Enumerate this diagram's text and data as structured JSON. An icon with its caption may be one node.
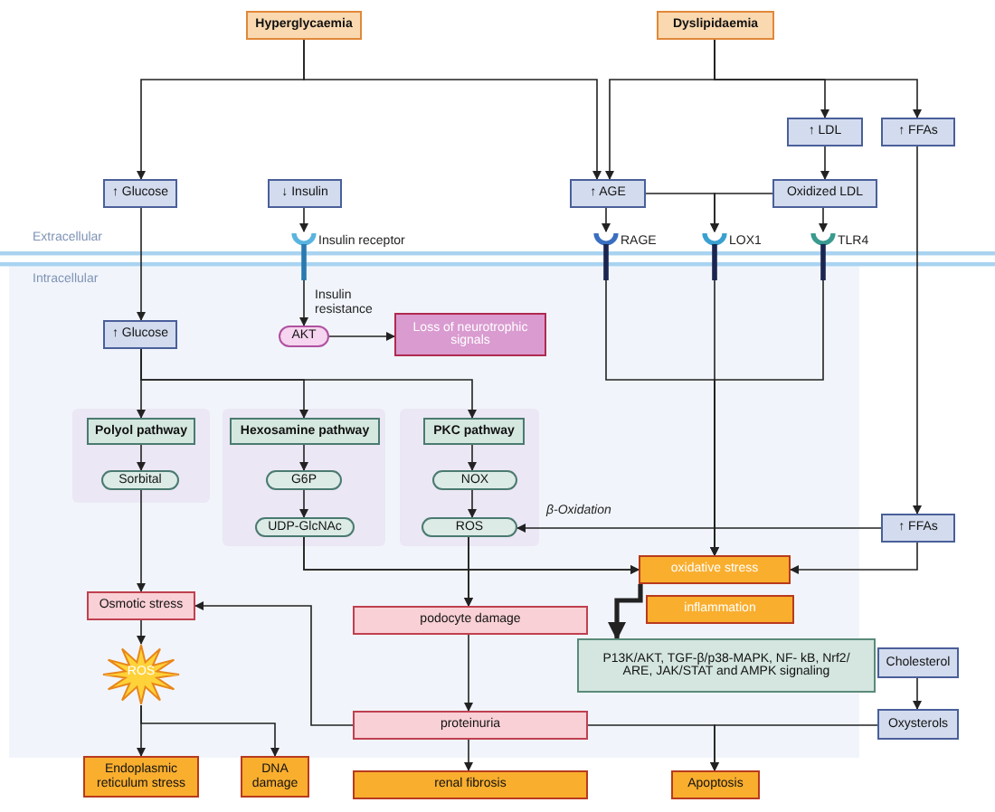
{
  "diagram": {
    "nodes": [
      {
        "text": [
          "Hyperglycaemia"
        ]
      },
      {
        "text": [
          "Dyslipidaemia"
        ]
      },
      {
        "text": [
          "↑ Glucose"
        ]
      },
      {
        "text": [
          "↓ Insulin"
        ]
      },
      {
        "text": [
          "↑ AGE"
        ]
      },
      {
        "text": [
          "↑ LDL"
        ]
      },
      {
        "text": [
          "↑ FFAs"
        ]
      },
      {
        "text": [
          "Oxidized LDL"
        ]
      },
      {
        "text": [
          "Insulin receptor"
        ]
      },
      {
        "text": [
          "RAGE"
        ]
      },
      {
        "text": [
          "LOX1"
        ]
      },
      {
        "text": [
          "TLR4"
        ]
      },
      {
        "text": [
          "↑ Glucose"
        ]
      },
      {
        "text": [
          "AKT"
        ]
      },
      {
        "text": [
          "Loss of neurotrophic signals"
        ]
      },
      {
        "text": [],
        "shape": "box"
      },
      {
        "text": [
          "Polyol pathway"
        ],
        "in": 15
      },
      {
        "text": [
          "Sorbital"
        ],
        "in": 15
      },
      {
        "text": [],
        "shape": "box"
      },
      {
        "text": [
          "Hexosamine pathway"
        ],
        "in": 18
      },
      {
        "text": [
          "G6P"
        ],
        "in": 18
      },
      {
        "text": [
          "UDP-GlcNAc"
        ],
        "in": 18
      },
      {
        "text": [],
        "shape": "box"
      },
      {
        "text": [
          "PKC pathway"
        ],
        "in": 22
      },
      {
        "text": [
          "NOX"
        ],
        "in": 22
      },
      {
        "text": [
          "ROS"
        ],
        "in": 22
      },
      {
        "text": [
          "Osmotic stress"
        ]
      },
      {
        "text": [
          "ROS"
        ]
      },
      {
        "text": [
          "Endoplasmic reticulum stress"
        ]
      },
      {
        "text": [
          "DNA damage"
        ]
      },
      {
        "text": [
          "podocyte damage"
        ]
      },
      {
        "text": [
          "proteinuria"
        ]
      },
      {
        "text": [
          "renal fibrosis"
        ]
      },
      {
        "text": [
          "oxidative stress"
        ]
      },
      {
        "text": [
          "inflammation"
        ]
      },
      {
        "text": [
          "↑ FFAs"
        ]
      },
      {
        "text": [
          "P13K/AKT, TGF-β/p38-MAPK, NF- kB, Nrf2/ ARE, JAK/STAT and AMPK signaling"
        ]
      },
      {
        "text": [
          "Cholesterol"
        ]
      },
      {
        "text": [
          "Oxysterols"
        ]
      },
      {
        "text": [
          "Apoptosis"
        ]
      }
    ],
    "edges": [
      {
        "from": 0,
        "to": 2,
        "arrow": "to"
      },
      {
        "from": 0,
        "to": 4,
        "arrow": "to"
      },
      {
        "from": 1,
        "to": 4,
        "arrow": "to"
      },
      {
        "from": 1,
        "to": 5,
        "arrow": "to"
      },
      {
        "from": 1,
        "to": 6,
        "arrow": "to"
      },
      {
        "from": 3,
        "to": 8,
        "arrow": "to"
      },
      {
        "from": 5,
        "to": 7,
        "arrow": "to"
      },
      {
        "from": 4,
        "to": 9,
        "arrow": "to"
      },
      {
        "from": 4,
        "to": 10,
        "arrow": "to"
      },
      {
        "from": 7,
        "to": 10,
        "arrow": "to"
      },
      {
        "from": 7,
        "to": 11,
        "arrow": "to"
      },
      {
        "from": 2,
        "to": 12,
        "arrow": "to"
      },
      {
        "from": 8,
        "to": 13,
        "arrow": "to",
        "label": "Insulin resistance"
      },
      {
        "from": 13,
        "to": 14,
        "arrow": "to"
      },
      {
        "from": 12,
        "to": 16,
        "arrow": "to"
      },
      {
        "from": 12,
        "to": 19,
        "arrow": "to"
      },
      {
        "from": 12,
        "to": 23,
        "arrow": "to"
      },
      {
        "from": 16,
        "to": 17,
        "arrow": "to"
      },
      {
        "from": 19,
        "to": 20,
        "arrow": "to"
      },
      {
        "from": 20,
        "to": 21,
        "arrow": "to"
      },
      {
        "from": 23,
        "to": 24,
        "arrow": "to"
      },
      {
        "from": 24,
        "to": 25,
        "arrow": "to"
      },
      {
        "from": 17,
        "to": 26,
        "arrow": "to"
      },
      {
        "from": 21,
        "to": 30,
        "arrow": "to"
      },
      {
        "from": 25,
        "to": 30,
        "arrow": "to"
      },
      {
        "from": 21,
        "to": 33,
        "arrow": "to"
      },
      {
        "from": 25,
        "to": 33,
        "arrow": "to"
      },
      {
        "from": 9,
        "to": 33,
        "arrow": "to"
      },
      {
        "from": 10,
        "to": 33,
        "arrow": "to"
      },
      {
        "from": 11,
        "to": 33,
        "arrow": "to"
      },
      {
        "from": 6,
        "to": 35,
        "arrow": "to"
      },
      {
        "from": 35,
        "to": 25,
        "arrow": "to",
        "label": "β-Oxidation"
      },
      {
        "from": 35,
        "to": 33,
        "arrow": "to"
      },
      {
        "from": 33,
        "to": 36,
        "arrow": "to",
        "style": "thick"
      },
      {
        "from": 30,
        "to": 31,
        "arrow": "to"
      },
      {
        "from": 31,
        "to": 32,
        "arrow": "to"
      },
      {
        "from": 31,
        "to": 26,
        "arrow": "to"
      },
      {
        "from": 26,
        "to": 27,
        "arrow": "to"
      },
      {
        "from": 27,
        "to": 28,
        "arrow": "to"
      },
      {
        "from": 27,
        "to": 29,
        "arrow": "to"
      },
      {
        "from": 31,
        "to": 39,
        "arrow": "to"
      },
      {
        "from": 38,
        "to": 39,
        "arrow": "to"
      },
      {
        "from": 37,
        "to": 38,
        "arrow": "to"
      }
    ],
    "labels": [
      "Extracellular",
      "Intracellular"
    ]
  }
}
